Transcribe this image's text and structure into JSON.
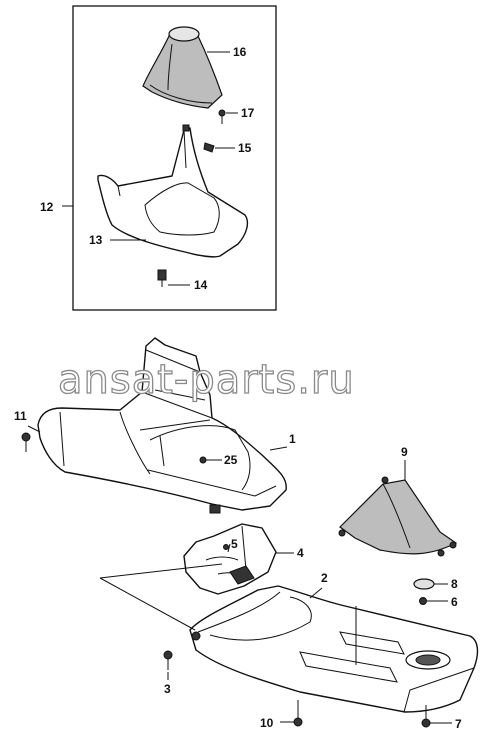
{
  "watermark": "ansat-parts.ru",
  "callouts": [
    "16",
    "17",
    "15",
    "12",
    "13",
    "14",
    "11",
    "1",
    "25",
    "9",
    "5",
    "4",
    "2",
    "8",
    "6",
    "3",
    "10",
    "7"
  ]
}
